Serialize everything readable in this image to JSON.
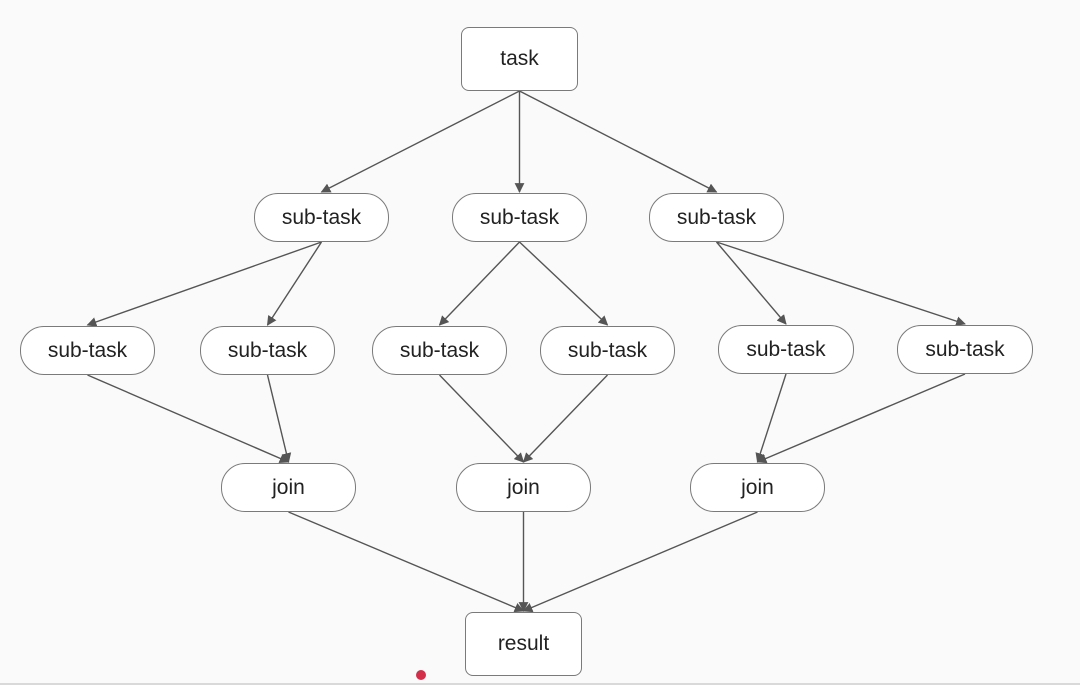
{
  "diagram": {
    "nodes": {
      "task": "task",
      "sub_l1_a": "sub-task",
      "sub_l1_b": "sub-task",
      "sub_l1_c": "sub-task",
      "sub_l2_a": "sub-task",
      "sub_l2_b": "sub-task",
      "sub_l2_c": "sub-task",
      "sub_l2_d": "sub-task",
      "sub_l2_e": "sub-task",
      "sub_l2_f": "sub-task",
      "join_a": "join",
      "join_b": "join",
      "join_c": "join",
      "result": "result"
    },
    "edges": [
      [
        "task",
        "sub_l1_a"
      ],
      [
        "task",
        "sub_l1_b"
      ],
      [
        "task",
        "sub_l1_c"
      ],
      [
        "sub_l1_a",
        "sub_l2_a"
      ],
      [
        "sub_l1_a",
        "sub_l2_b"
      ],
      [
        "sub_l1_b",
        "sub_l2_c"
      ],
      [
        "sub_l1_b",
        "sub_l2_d"
      ],
      [
        "sub_l1_c",
        "sub_l2_e"
      ],
      [
        "sub_l1_c",
        "sub_l2_f"
      ],
      [
        "sub_l2_a",
        "join_a"
      ],
      [
        "sub_l2_b",
        "join_a"
      ],
      [
        "sub_l2_c",
        "join_b"
      ],
      [
        "sub_l2_d",
        "join_b"
      ],
      [
        "sub_l2_e",
        "join_c"
      ],
      [
        "sub_l2_f",
        "join_c"
      ],
      [
        "join_a",
        "result"
      ],
      [
        "join_b",
        "result"
      ],
      [
        "join_c",
        "result"
      ]
    ]
  },
  "colors": {
    "edge": "#555555",
    "node_border": "#7a7a7a",
    "pointer_dot": "#d32f4a"
  }
}
